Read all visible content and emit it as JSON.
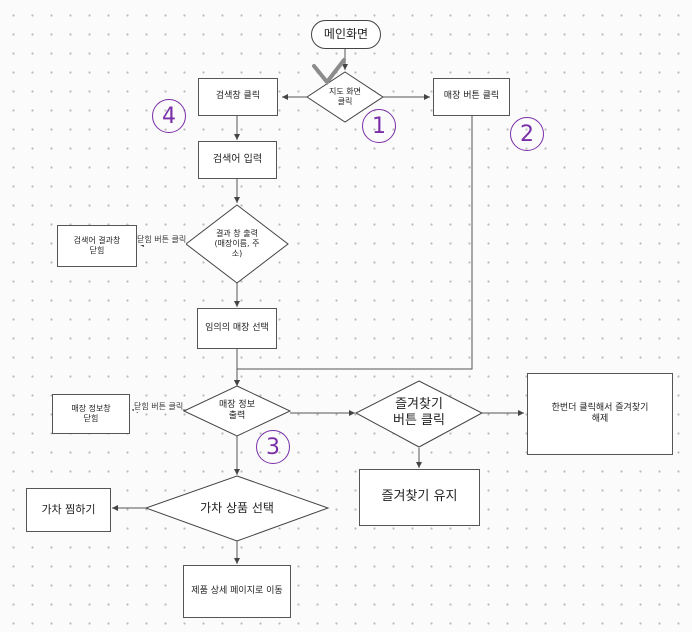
{
  "nodes": {
    "main_screen": "메인화면",
    "map_click": "지도 화면\n클릭",
    "store_button_click": "매장 버튼 클릭",
    "search_click": "검색창 클릭",
    "search_input": "검색어 입력",
    "result_output": "결과 창 출력\n(매장이름, 주\n소)",
    "result_close": "검색어 결과창\n닫힘",
    "store_select": "임의의 매장 선택",
    "store_info": "매장 정보\n출력",
    "store_info_close": "매장 정보창\n닫힘",
    "favorite_click": "즐겨찾기\n버튼 클릭",
    "favorite_unset": "한번더 클릭해서 즐겨찾기\n해제",
    "favorite_keep": "즐겨찾기 유지",
    "gacha_select": "가차 상품 선택",
    "gacha_wish": "가차 찜하기",
    "product_detail": "제품 상세 페이지로 이동"
  },
  "edge_labels": {
    "close_button_1": "닫힘 버튼 클릭",
    "close_button_2": "닫힘 버튼 클릭"
  },
  "markers": {
    "m1": "1",
    "m2": "2",
    "m3": "3",
    "m4": "4"
  },
  "colors": {
    "marker": "#7a2fa8",
    "line": "#555555"
  }
}
